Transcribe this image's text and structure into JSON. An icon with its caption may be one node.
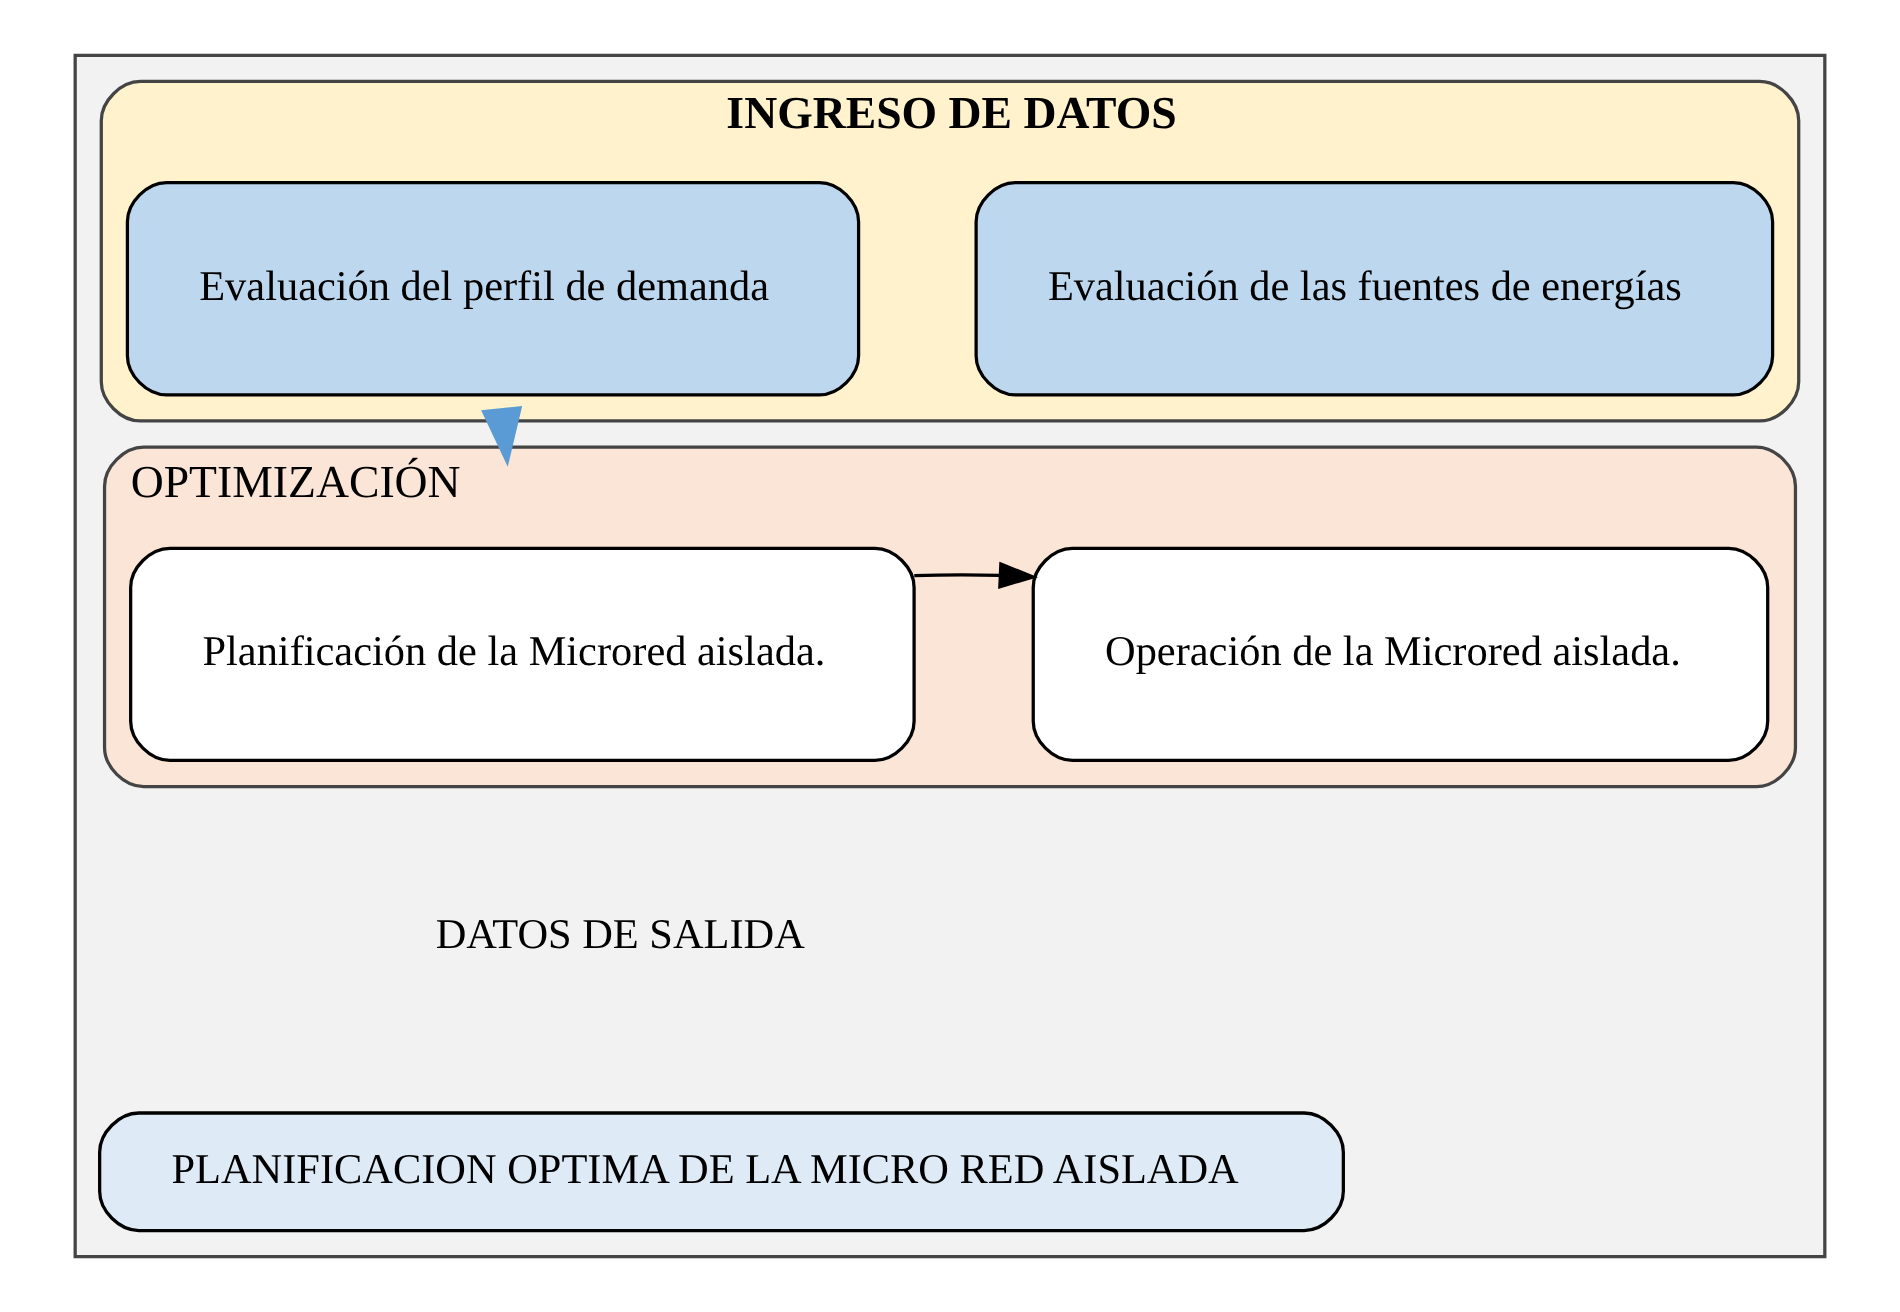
{
  "diagram": {
    "nodes": [
      {
        "text": [],
        "shape": "box"
      },
      {
        "text": [
          "INGRESO DE DATOS"
        ],
        "in": 0
      },
      {
        "text": [
          "Evaluación del perfil de demanda"
        ],
        "in": 1
      },
      {
        "text": [
          "Evaluación de las fuentes de energías"
        ],
        "in": 1
      },
      {
        "text": [
          "OPTIMIZACIÓN"
        ],
        "in": 0
      },
      {
        "text": [
          "Planificación de la Microred aislada."
        ],
        "in": 4
      },
      {
        "text": [
          "Operación de la Microred aislada."
        ],
        "in": 4
      },
      {
        "text": [
          "PLANIFICACION OPTIMA DE LA MICRO RED AISLADA"
        ],
        "in": 0
      }
    ],
    "edges": [
      {
        "from": 1,
        "to": 4,
        "arrow": "to",
        "style": "thick",
        "color": "#5b9bd5"
      },
      {
        "from": 5,
        "to": 6,
        "arrow": "to",
        "color": "#000000"
      }
    ],
    "labels": [
      "DATOS DE SALIDA"
    ]
  }
}
